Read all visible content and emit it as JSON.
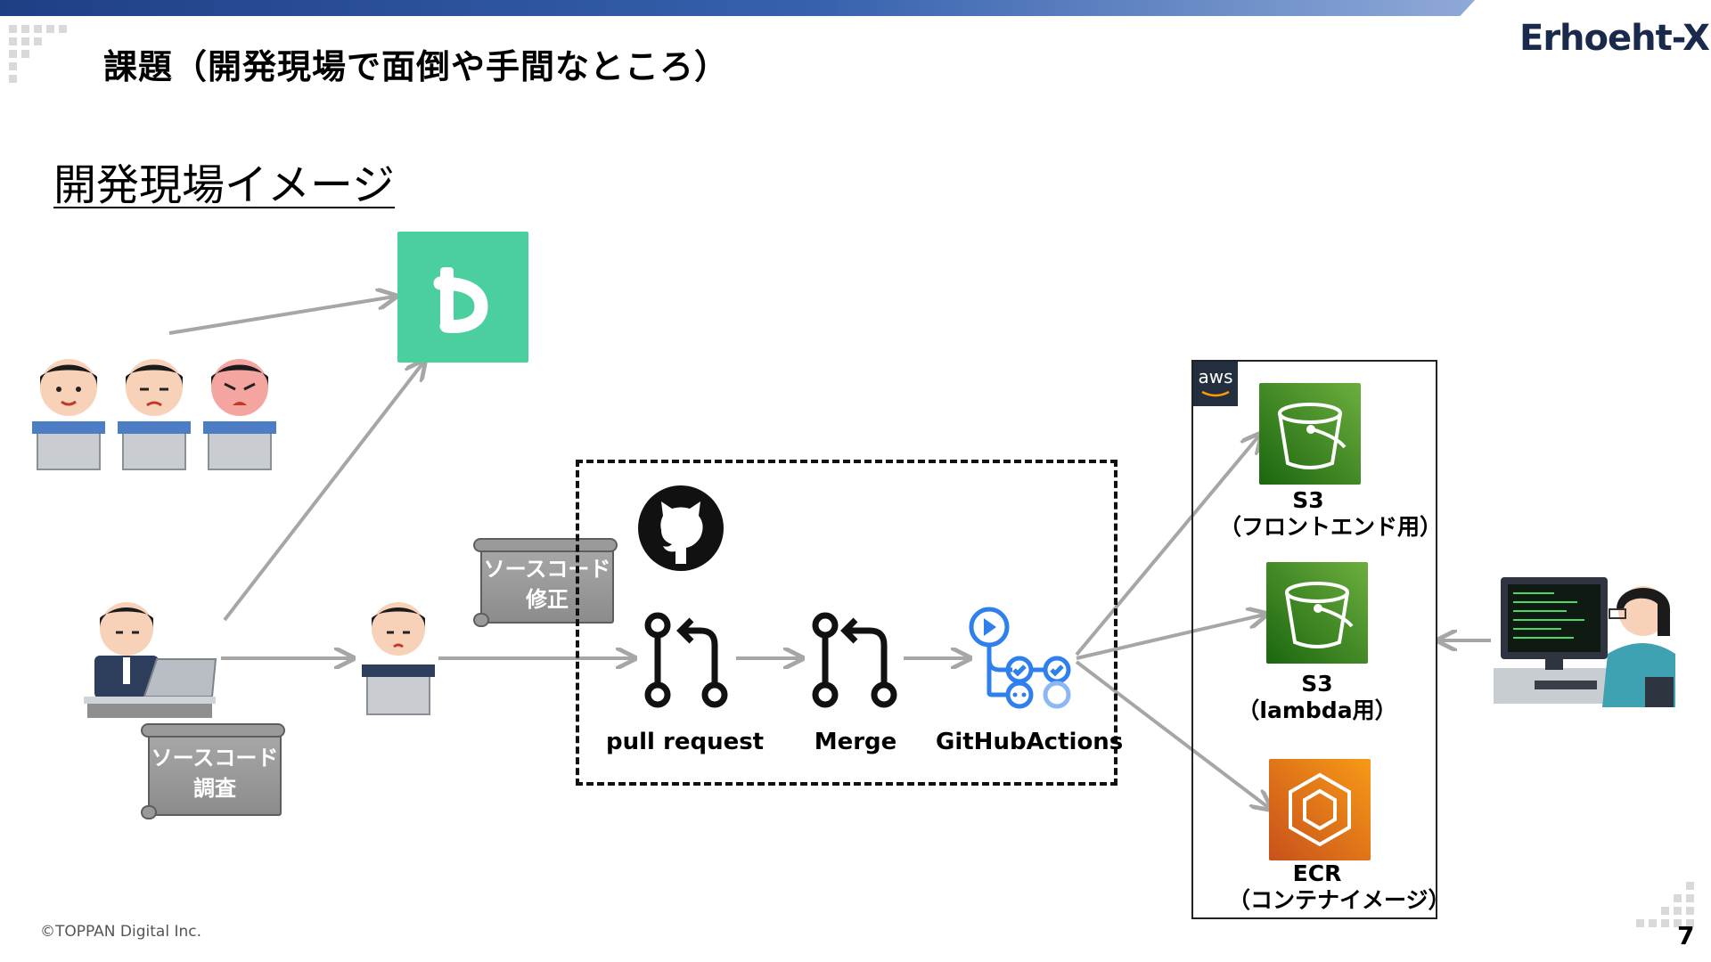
{
  "header": {
    "title": "課題（開発現場で面倒や手間なところ）",
    "logo": "Erhoeht-X",
    "subheading": "開発現場イメージ"
  },
  "scrolls": {
    "investigate": [
      "ソースコード",
      "調査"
    ],
    "modify": [
      "ソースコード",
      "修正"
    ]
  },
  "github": {
    "pull_request": "pull request",
    "merge": "Merge",
    "actions": "GitHubActions"
  },
  "aws": {
    "badge": "aws",
    "s3_front": [
      "S3",
      "（フロントエンド用）"
    ],
    "s3_lambda": [
      "S3",
      "（lambda用）"
    ],
    "ecr": [
      "ECR",
      "（コンテナイメージ）"
    ]
  },
  "footer": {
    "copyright": "©TOPPAN Digital Inc.",
    "page": "7"
  },
  "colors": {
    "backlog_green": "#4ccf9e",
    "s3_green": "#3f8624",
    "ecr_orange": "#e7701a",
    "arrow_gray": "#a6a6a6",
    "actions_blue": "#2f80ed"
  }
}
